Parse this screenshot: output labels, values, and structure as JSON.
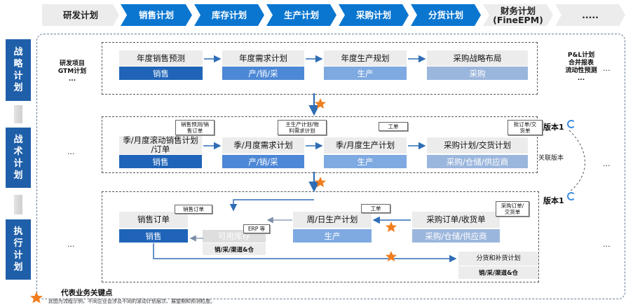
{
  "chevrons": [
    {
      "label": "研发计划"
    },
    {
      "label": "销售计划"
    },
    {
      "label": "库存计划"
    },
    {
      "label": "生产计划"
    },
    {
      "label": "采购计划"
    },
    {
      "label": "分货计划"
    },
    {
      "label": "财务计划\n(FineEPM)"
    },
    {
      "label": "....."
    }
  ],
  "rows": {
    "strategy": "战\n略\n计\n划",
    "tactical": "战\n术\n计\n划",
    "execution": "执\n行\n计\n划"
  },
  "strategy": {
    "left_note": "研发项目\nGTM计划\n...",
    "right_note": "P&L计划\n合并报表\n流动性预测\n...",
    "boxes": [
      {
        "title": "年度销售预测",
        "bar": "销售"
      },
      {
        "title": "年度需求计划",
        "bar": "产/销/采"
      },
      {
        "title": "年度生产规划",
        "bar": "生产"
      },
      {
        "title": "采购战略布局",
        "bar": "采购"
      }
    ]
  },
  "tactical": {
    "boxes": [
      {
        "title": "季/月度滚动销售计划\n/订单",
        "bar": "销售",
        "note": "销售预测/销\n售订单"
      },
      {
        "title": "季/月度需求计划",
        "bar": "产/销/采",
        "note": ""
      },
      {
        "title": "季/月度生产计划",
        "bar": "生产",
        "note": "主生产计划/物\n料需求计划"
      },
      {
        "title": "采购计划/交货计划",
        "bar": "采购/仓储/供应商",
        "note": "工单"
      }
    ],
    "note_purchase": "批订单/交\n货单",
    "version_label": "版本1",
    "link_label": "关联版本"
  },
  "execution": {
    "sales": {
      "title": "销售订单",
      "bar": "销售",
      "note": "销售订单"
    },
    "inventory": {
      "title": "可用库存",
      "bar": "销/采/渠道&仓",
      "note": "ERP 等"
    },
    "production": {
      "title": "周/日生产计划",
      "bar": "生产",
      "note": "工单"
    },
    "purchase": {
      "title": "采购订单/收货单",
      "bar": "采购/仓储/供应商",
      "note": "采购订单/\n交货单"
    },
    "distribution": {
      "title": "分货和补货计划",
      "bar": "销/采/渠道&仓"
    },
    "version_label": "版本1"
  },
  "ellipsis": "...",
  "legend": {
    "title": "代表业务关键点",
    "footnote": "此图为流程示例，不同企业会涉及不同的滚动计划层次、展望期和预测粒度。"
  },
  "colors": {
    "blue": "#0a76d0",
    "navy": "#1f5fa9",
    "star": "#f07d1e"
  }
}
